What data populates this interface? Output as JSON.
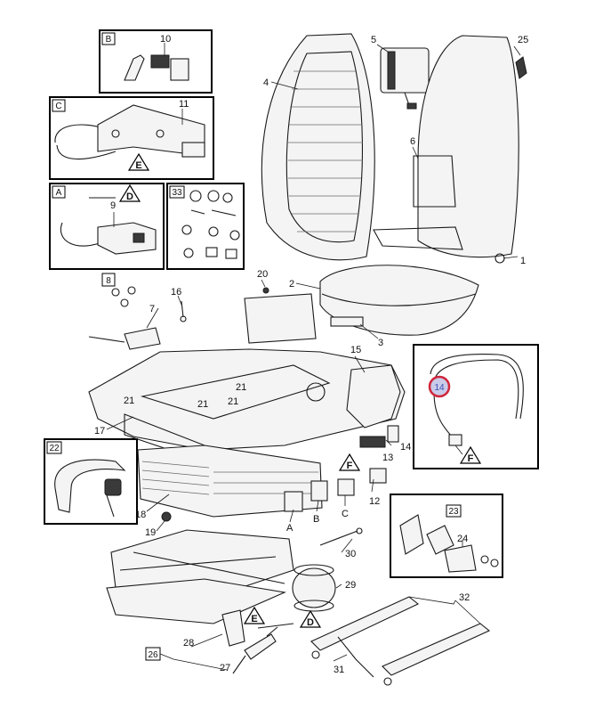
{
  "labels": {
    "l1": "1",
    "l2": "2",
    "l3": "3",
    "l4": "4",
    "l5": "5",
    "l6": "6",
    "l7": "7",
    "l9": "9",
    "l10": "10",
    "l11": "11",
    "l12": "12",
    "l13": "13",
    "l14": "14",
    "l15": "15",
    "l16": "16",
    "l17": "17",
    "l18": "18",
    "l19": "19",
    "l20": "20",
    "l21a": "21",
    "l21b": "21",
    "l21c": "21",
    "l21d": "21",
    "l24": "24",
    "l25": "25",
    "l27": "27",
    "l28": "28",
    "l29": "29",
    "l30": "30",
    "l31": "31",
    "l32": "32",
    "la": "A",
    "lb": "B",
    "lc": "C"
  },
  "boxed_tags": {
    "b": "B",
    "c": "C",
    "a": "A",
    "t33": "33",
    "t8": "8",
    "t22": "22",
    "t23": "23",
    "t26": "26"
  },
  "markers": {
    "e1": "E",
    "d1": "D",
    "f1": "F",
    "f2": "F",
    "e2": "E",
    "d2": "D"
  },
  "highlight": {
    "value": "14",
    "color": "#d0253a"
  }
}
